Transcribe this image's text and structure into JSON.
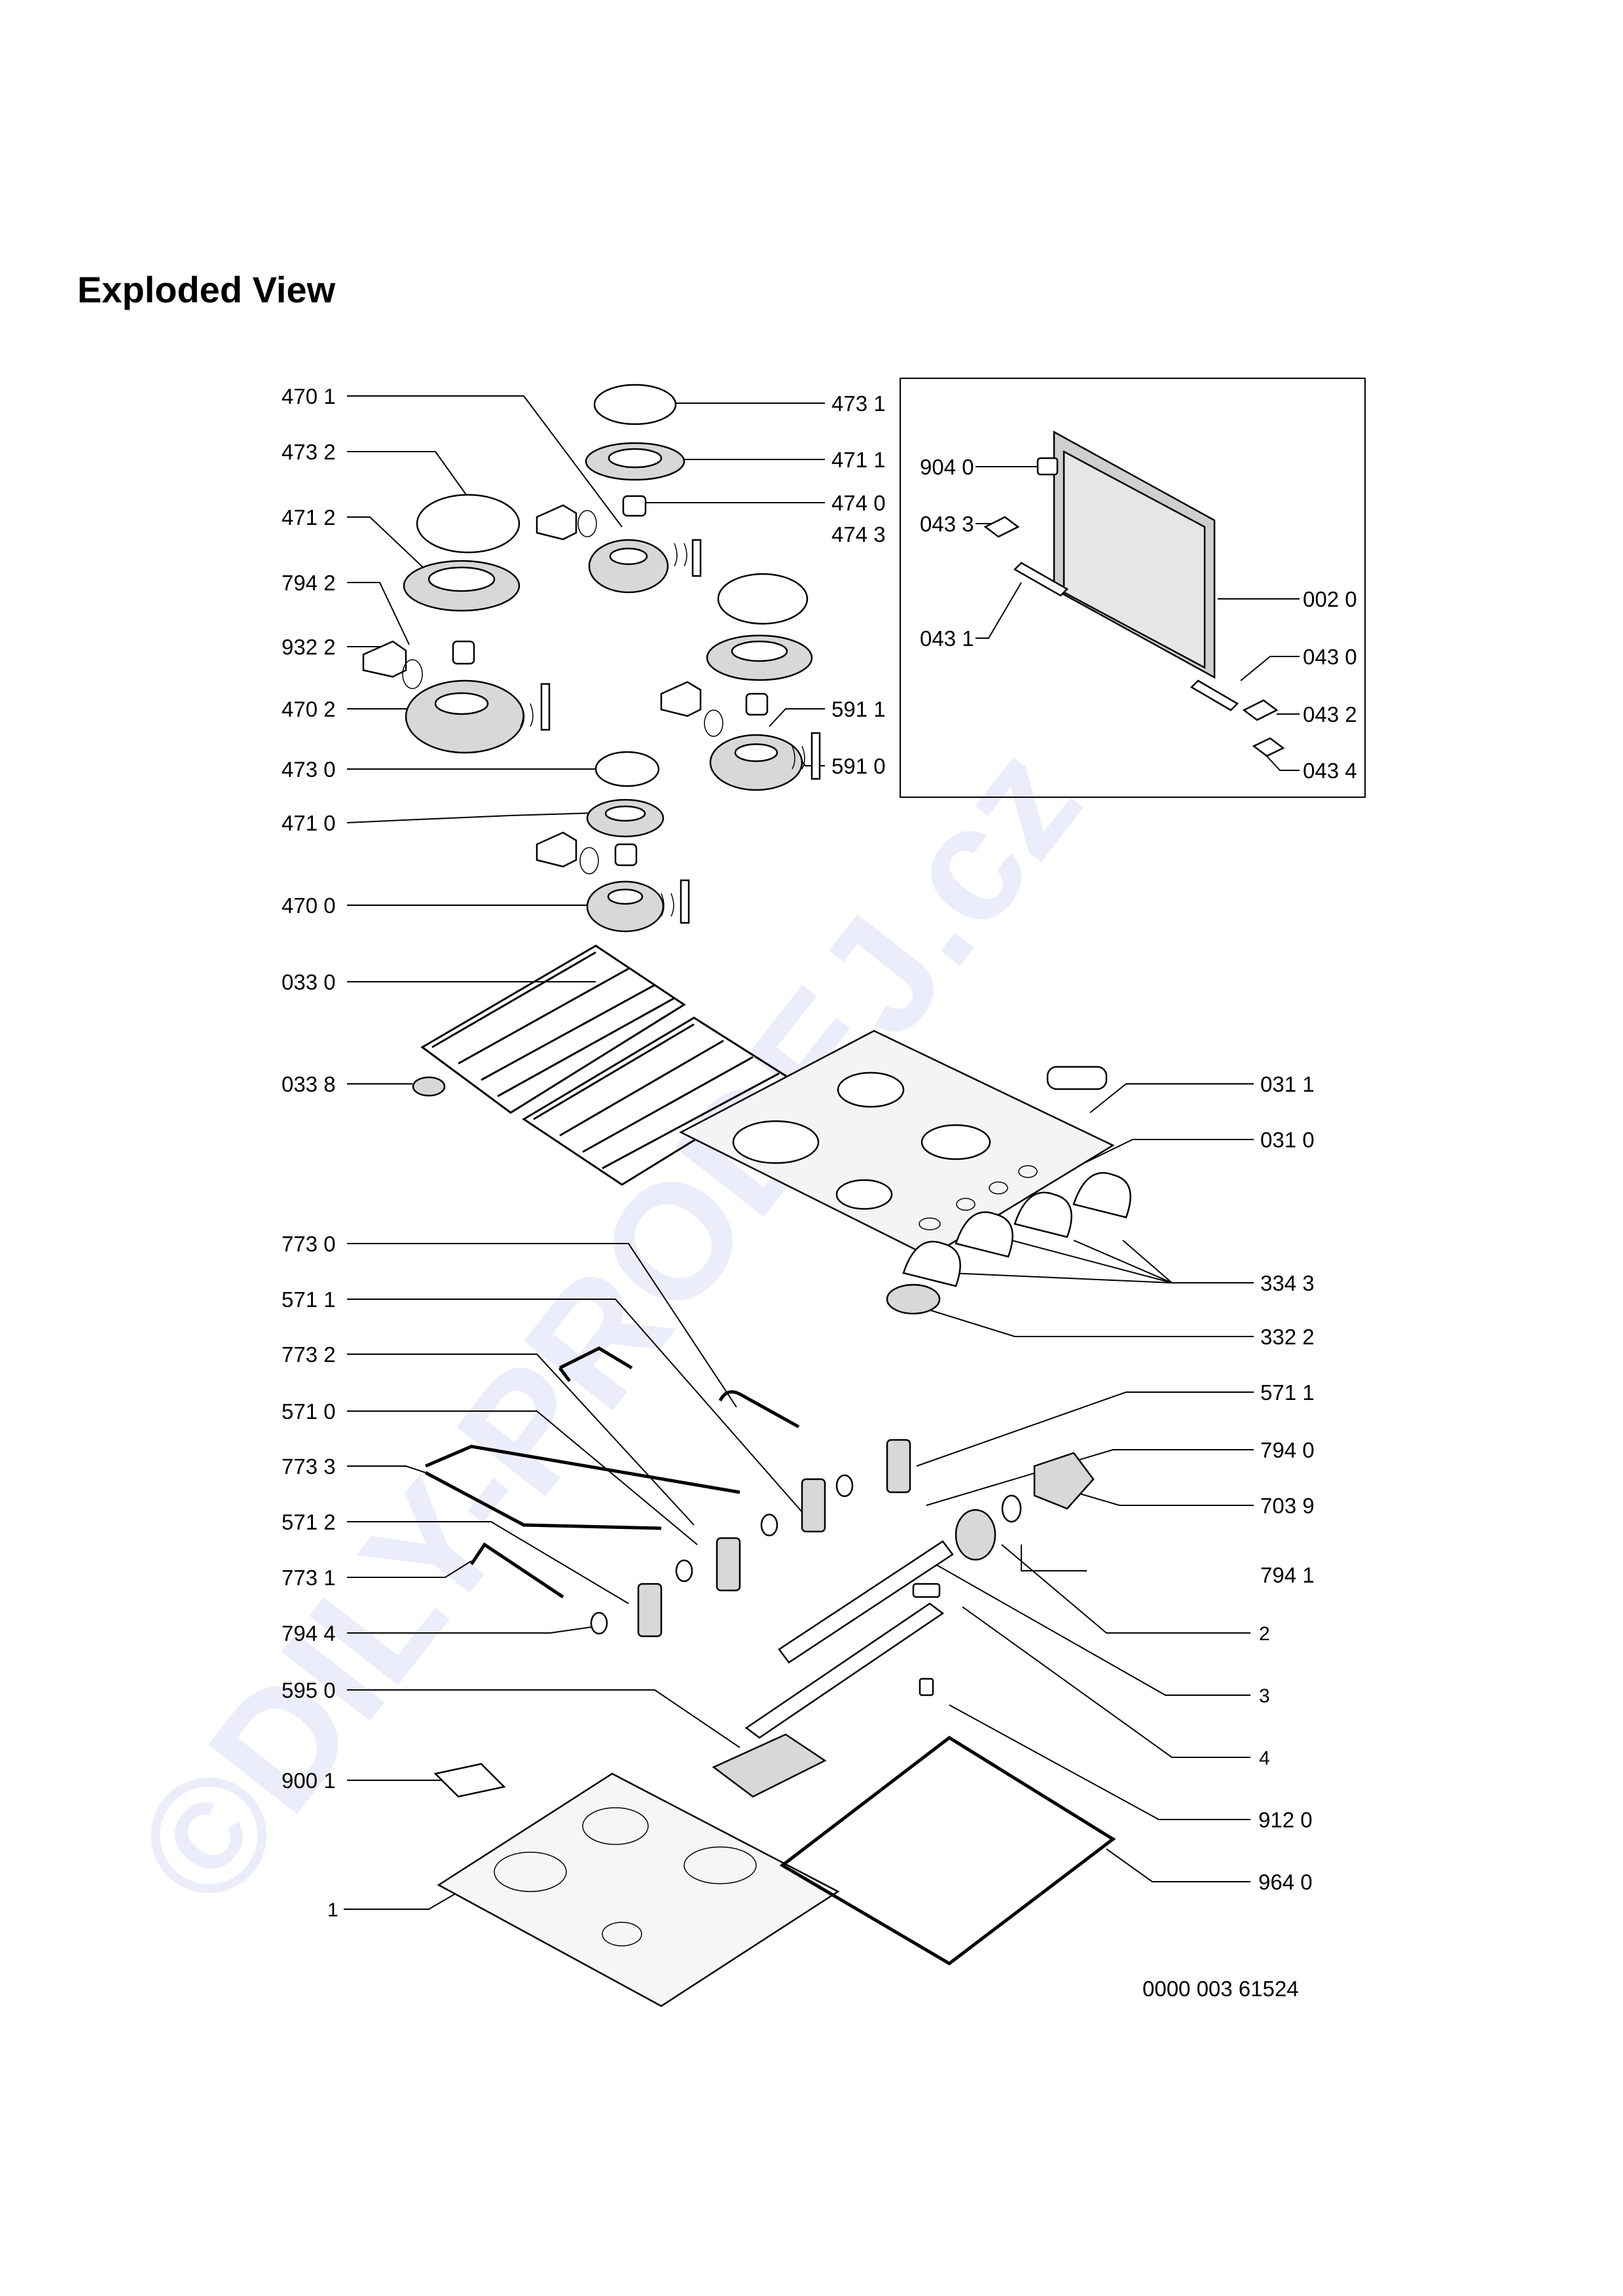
{
  "title": "Exploded View",
  "watermark": "©DILY-PRODEJ.cz",
  "doc_code": "0000 003 61524",
  "labels_left": [
    "470 1",
    "473 2",
    "471 2",
    "794 2",
    "932 2",
    "470 2",
    "473 0",
    "471 0",
    "470 0",
    "033 0",
    "033 8",
    "773 0",
    "571 1",
    "773 2",
    "571 0",
    "773 3",
    "571 2",
    "773 1",
    "794 4",
    "595 0",
    "900 1",
    "1"
  ],
  "labels_right_top": [
    "473 1",
    "471 1",
    "474 0",
    "474 3",
    "591 1",
    "591 0"
  ],
  "labels_inset": [
    "904 0",
    "043 3",
    "043 1",
    "002 0",
    "043 0",
    "043 2",
    "043 4"
  ],
  "labels_right": [
    "031 1",
    "031 0",
    "334 3",
    "332 2",
    "571 1",
    "794 0",
    "703 9",
    "794 1",
    "2",
    "3",
    "4",
    "912 0",
    "964 0"
  ]
}
